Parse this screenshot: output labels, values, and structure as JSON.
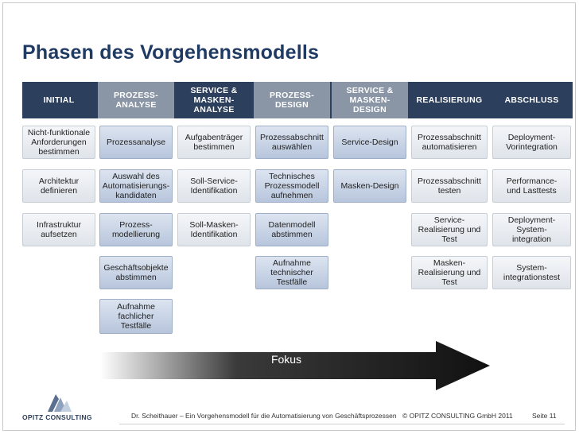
{
  "title": "Phasen des Vorgehensmodells",
  "headers": [
    {
      "label": "INITIAL"
    },
    {
      "label": "PROZESS-\nANALYSE"
    },
    {
      "label": "SERVICE &\nMASKEN-\nANALYSE"
    },
    {
      "label": "PROZESS-\nDESIGN"
    },
    {
      "label": "SERVICE &\nMASKEN-\nDESIGN"
    },
    {
      "label": "REALISIERUNG"
    },
    {
      "label": "ABSCHLUSS"
    }
  ],
  "columns": [
    {
      "items": [
        "Nicht-funktionale\nAnforderungen\nbestimmen",
        "Architektur\ndefinieren",
        "Infrastruktur\naufsetzen"
      ]
    },
    {
      "items": [
        "Prozessanalyse",
        "Auswahl des\nAutomatisierungs-\nkandidaten",
        "Prozess-\nmodellierung",
        "Geschäftsobjekte\nabstimmen",
        "Aufnahme\nfachlicher\nTestfälle"
      ]
    },
    {
      "items": [
        "Aufgabenträger\nbestimmen",
        "Soll-Service-\nIdentifikation",
        "Soll-Masken-\nIdentifikation"
      ]
    },
    {
      "items": [
        "Prozessabschnitt\nauswählen",
        "Technisches\nProzessmodell\naufnehmen",
        "Datenmodell\nabstimmen",
        "Aufnahme\ntechnischer\nTestfälle"
      ]
    },
    {
      "items": [
        "Service-Design",
        "Masken-Design"
      ]
    },
    {
      "items": [
        "Prozessabschnitt\nautomatisieren",
        "Prozessabschnitt\ntesten",
        "Service-\nRealisierung und\nTest",
        "Masken-\nRealisierung und\nTest"
      ]
    },
    {
      "items": [
        "Deployment-\nVorintegration",
        "Performance-\nund Lasttests",
        "Deployment-\nSystem-\nintegration",
        "System-\nintegrationstest"
      ]
    }
  ],
  "fokus_label": "Fokus",
  "logo_text": "OPITZ CONSULTING",
  "footer": {
    "text": "Dr. Scheithauer – Ein Vorgehensmodell für die Automatisierung von Geschäftsprozessen",
    "copyright": "© OPITZ CONSULTING GmbH 2011",
    "page": "Seite 11"
  },
  "colors": {
    "title": "#1f3a63",
    "header_dark": "#2c3f5c",
    "header_highlight": "#8a96a6",
    "cell_blue": "#c6d2e4",
    "arrow": "#1a1a1a"
  }
}
